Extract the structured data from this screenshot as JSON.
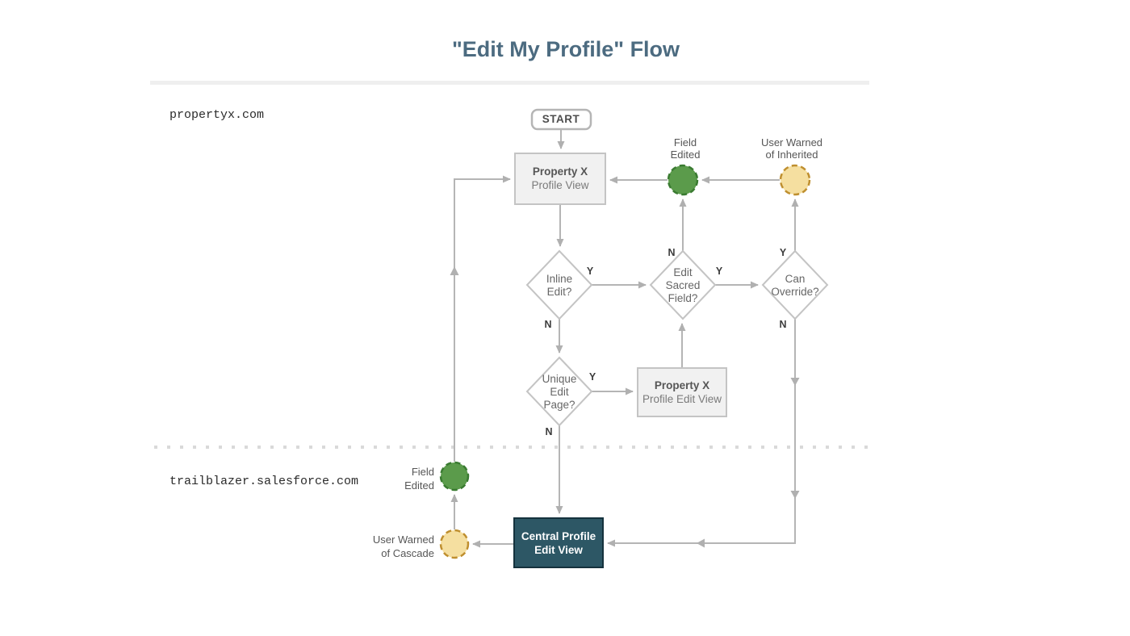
{
  "title": "\"Edit My Profile\" Flow",
  "zones": {
    "top_domain": "propertyx.com",
    "bottom_domain": "trailblazer.salesforce.com"
  },
  "nodes": {
    "start": {
      "label": "START"
    },
    "property_profile_view": {
      "lines": [
        "Property X",
        "Profile View"
      ]
    },
    "inline_edit": {
      "lines": [
        "Inline",
        "Edit?"
      ],
      "yes": "Y",
      "no": "N"
    },
    "edit_sacred_field": {
      "lines": [
        "Edit",
        "Sacred",
        "Field?"
      ],
      "yes": "Y",
      "no": "N"
    },
    "can_override": {
      "lines": [
        "Can",
        "Override?"
      ],
      "yes": "Y",
      "no": "N"
    },
    "unique_edit_page": {
      "lines": [
        "Unique",
        "Edit",
        "Page?"
      ],
      "yes": "Y",
      "no": "N"
    },
    "property_profile_edit_view": {
      "lines": [
        "Property X",
        "Profile Edit View"
      ]
    },
    "central_profile_edit_view": {
      "lines": [
        "Central Profile",
        "Edit View"
      ]
    }
  },
  "events": {
    "field_edited_top": {
      "lines": [
        "Field",
        "Edited"
      ]
    },
    "user_warned_inherited": {
      "lines": [
        "User Warned",
        "of Inherited"
      ]
    },
    "field_edited_bottom": {
      "lines": [
        "Field",
        "Edited"
      ]
    },
    "user_warned_cascade": {
      "lines": [
        "User Warned",
        "of Cascade"
      ]
    }
  },
  "colors": {
    "title_text": "#4c6b80",
    "connector": "#b5b5b5",
    "event_green_fill": "#5b9b4b",
    "event_green_border": "#3a7b31",
    "event_yellow_fill": "#f5dfa0",
    "event_yellow_border": "#bf8f2f",
    "central_node_fill": "#2d5765",
    "central_node_border": "#15323d"
  }
}
